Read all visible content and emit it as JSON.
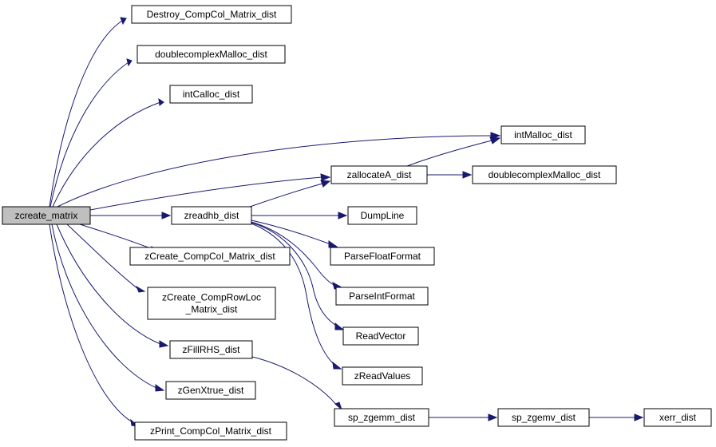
{
  "graph": {
    "nodes": [
      {
        "id": "zcreate_matrix",
        "lines": [
          "zcreate_matrix"
        ],
        "root": true
      },
      {
        "id": "Destroy_CompCol_Matrix_dist",
        "lines": [
          "Destroy_CompCol_Matrix_dist"
        ]
      },
      {
        "id": "doublecomplexMalloc_dist_1",
        "lines": [
          "doublecomplexMalloc_dist"
        ]
      },
      {
        "id": "intCalloc_dist",
        "lines": [
          "intCalloc_dist"
        ]
      },
      {
        "id": "intMalloc_dist",
        "lines": [
          "intMalloc_dist"
        ]
      },
      {
        "id": "zallocateA_dist",
        "lines": [
          "zallocateA_dist"
        ]
      },
      {
        "id": "doublecomplexMalloc_dist_2",
        "lines": [
          "doublecomplexMalloc_dist"
        ]
      },
      {
        "id": "zreadhb_dist",
        "lines": [
          "zreadhb_dist"
        ]
      },
      {
        "id": "DumpLine",
        "lines": [
          "DumpLine"
        ]
      },
      {
        "id": "zCreate_CompCol_Matrix_dist",
        "lines": [
          "zCreate_CompCol_Matrix_dist"
        ]
      },
      {
        "id": "ParseFloatFormat",
        "lines": [
          "ParseFloatFormat"
        ]
      },
      {
        "id": "zCreate_CompRowLoc_Matrix_dist",
        "lines": [
          "zCreate_CompRowLoc",
          "_Matrix_dist"
        ]
      },
      {
        "id": "ParseIntFormat",
        "lines": [
          "ParseIntFormat"
        ]
      },
      {
        "id": "ReadVector",
        "lines": [
          "ReadVector"
        ]
      },
      {
        "id": "zFillRHS_dist",
        "lines": [
          "zFillRHS_dist"
        ]
      },
      {
        "id": "zReadValues",
        "lines": [
          "zReadValues"
        ]
      },
      {
        "id": "zGenXtrue_dist",
        "lines": [
          "zGenXtrue_dist"
        ]
      },
      {
        "id": "sp_zgemm_dist",
        "lines": [
          "sp_zgemm_dist"
        ]
      },
      {
        "id": "sp_zgemv_dist",
        "lines": [
          "sp_zgemv_dist"
        ]
      },
      {
        "id": "xerr_dist",
        "lines": [
          "xerr_dist"
        ]
      },
      {
        "id": "zPrint_CompCol_Matrix_dist",
        "lines": [
          "zPrint_CompCol_Matrix_dist"
        ]
      }
    ],
    "edges": [
      [
        "zcreate_matrix",
        "Destroy_CompCol_Matrix_dist"
      ],
      [
        "zcreate_matrix",
        "doublecomplexMalloc_dist_1"
      ],
      [
        "zcreate_matrix",
        "intCalloc_dist"
      ],
      [
        "zcreate_matrix",
        "intMalloc_dist"
      ],
      [
        "zcreate_matrix",
        "zallocateA_dist"
      ],
      [
        "zcreate_matrix",
        "zreadhb_dist"
      ],
      [
        "zcreate_matrix",
        "zCreate_CompCol_Matrix_dist"
      ],
      [
        "zcreate_matrix",
        "zCreate_CompRowLoc_Matrix_dist"
      ],
      [
        "zcreate_matrix",
        "zFillRHS_dist"
      ],
      [
        "zcreate_matrix",
        "zGenXtrue_dist"
      ],
      [
        "zcreate_matrix",
        "zPrint_CompCol_Matrix_dist"
      ],
      [
        "zallocateA_dist",
        "intMalloc_dist"
      ],
      [
        "zallocateA_dist",
        "doublecomplexMalloc_dist_2"
      ],
      [
        "zreadhb_dist",
        "zallocateA_dist"
      ],
      [
        "zreadhb_dist",
        "DumpLine"
      ],
      [
        "zreadhb_dist",
        "ParseFloatFormat"
      ],
      [
        "zreadhb_dist",
        "ParseIntFormat"
      ],
      [
        "zreadhb_dist",
        "ReadVector"
      ],
      [
        "zreadhb_dist",
        "zReadValues"
      ],
      [
        "zFillRHS_dist",
        "sp_zgemm_dist"
      ],
      [
        "sp_zgemm_dist",
        "sp_zgemv_dist"
      ],
      [
        "sp_zgemv_dist",
        "xerr_dist"
      ]
    ]
  }
}
